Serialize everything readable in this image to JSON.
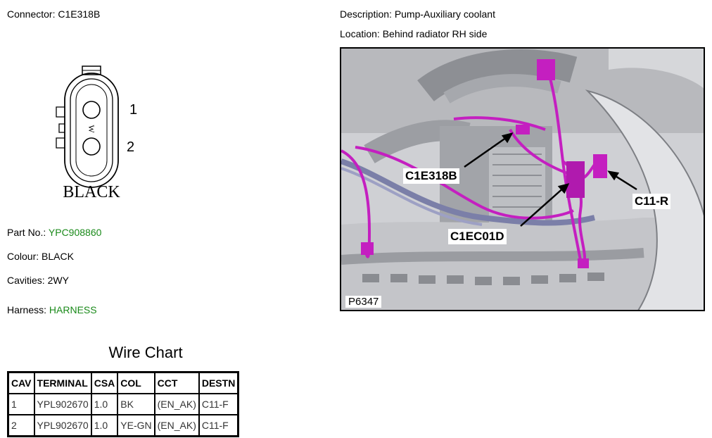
{
  "connector": {
    "label": "Connector:",
    "value": "C1E318B",
    "pin_labels": [
      "1",
      "2"
    ],
    "housing_color_text": "BLACK",
    "key_mark": "W"
  },
  "description": {
    "label": "Description:",
    "value": "Pump-Auxiliary coolant"
  },
  "location": {
    "label": "Location:",
    "value": "Behind radiator RH side"
  },
  "part": {
    "label": "Part No.:",
    "value": "YPC908860",
    "value_color": "#1a8a1a"
  },
  "colour": {
    "label": "Colour:",
    "value": "BLACK"
  },
  "cavities": {
    "label": "Cavities:",
    "value": "2WY"
  },
  "harness": {
    "label": "Harness:",
    "value": "HARNESS",
    "value_color": "#1a8a1a"
  },
  "photo": {
    "figure_id": "P6347",
    "callouts": [
      "C1E318B",
      "C1EC01D",
      "C11-R"
    ]
  },
  "wire_chart": {
    "title": "Wire Chart",
    "columns": [
      "CAV",
      "TERMINAL",
      "CSA",
      "COL",
      "CCT",
      "DESTN"
    ],
    "rows": [
      [
        "1",
        "YPL902670",
        "1.0",
        "BK",
        "(EN_AK)",
        "C11-F"
      ],
      [
        "2",
        "YPL902670",
        "1.0",
        "YE-GN",
        "(EN_AK)",
        "C11-F"
      ]
    ]
  }
}
